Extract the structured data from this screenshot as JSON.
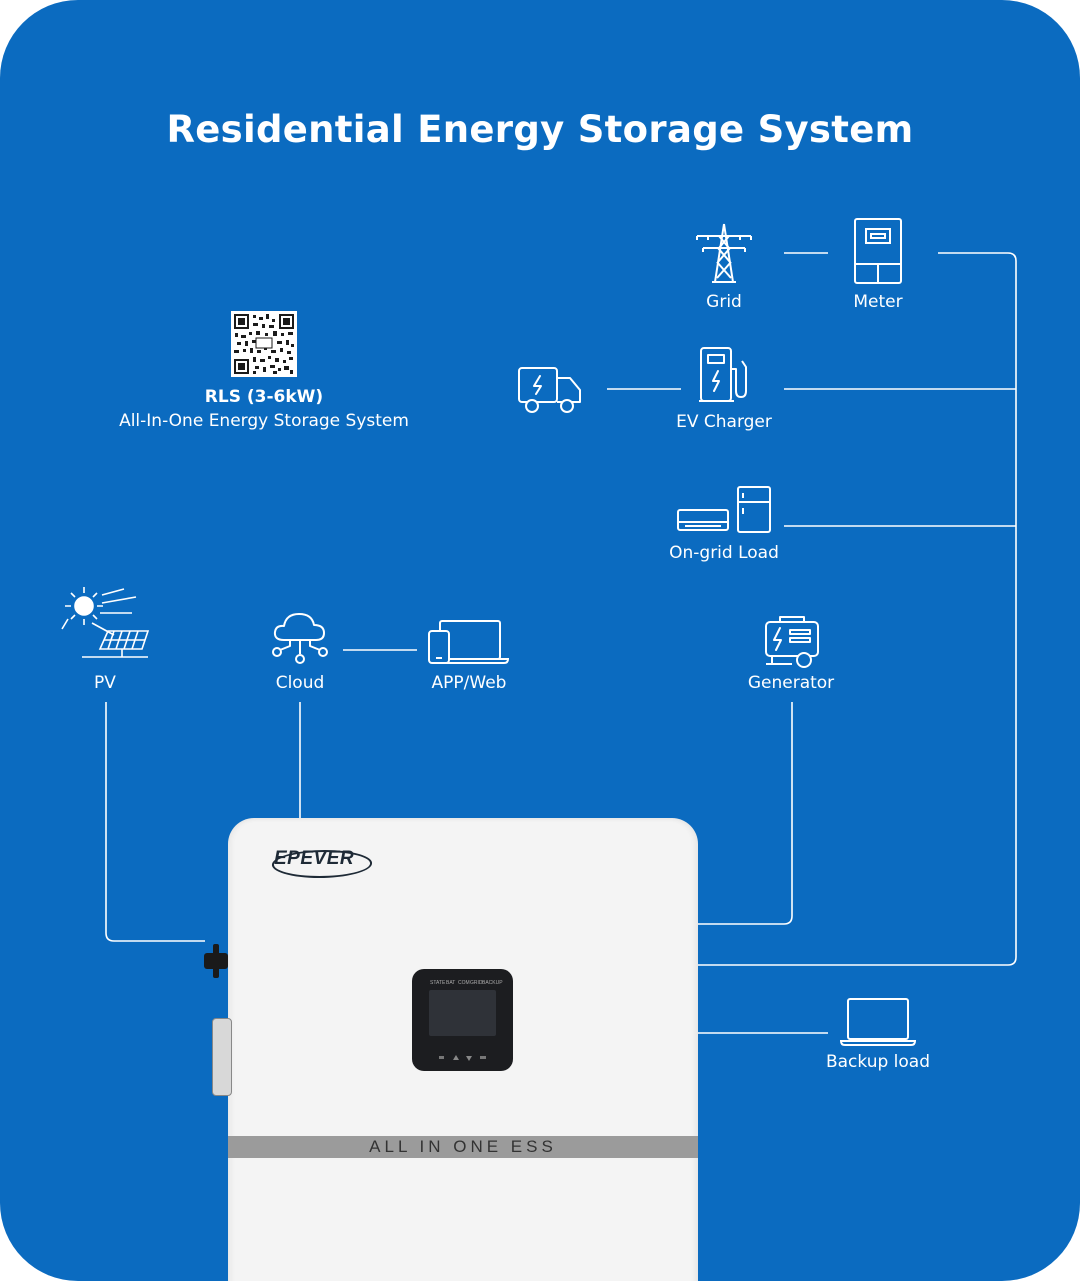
{
  "title": "Residential Energy Storage System",
  "product": {
    "model": "RLS (3-6kW)",
    "description": "All-In-One Energy Storage System"
  },
  "nodes": {
    "grid": "Grid",
    "meter": "Meter",
    "ev_charger": "EV  Charger",
    "on_grid_load": "On-grid Load",
    "pv": "PV",
    "cloud": "Cloud",
    "app_web": "APP/Web",
    "generator": "Generator",
    "backup_load": "Backup load"
  },
  "device": {
    "brand": "EPEVER",
    "band_text": "ALL IN ONE ESS",
    "panel_labels": [
      "STATE",
      "BAT",
      "COM",
      "GRID",
      "BACKUP"
    ]
  },
  "colors": {
    "background": "#0b6bc0",
    "line": "#ffffff",
    "device_body": "#f4f4f4",
    "panel": "#1c1d20"
  },
  "icons": [
    "qr-code-icon",
    "grid-tower-icon",
    "meter-icon",
    "truck-icon",
    "ev-charger-icon",
    "ac-fridge-icon",
    "sun-solar-panel-icon",
    "cloud-icon",
    "devices-icon",
    "generator-icon",
    "laptop-icon"
  ]
}
